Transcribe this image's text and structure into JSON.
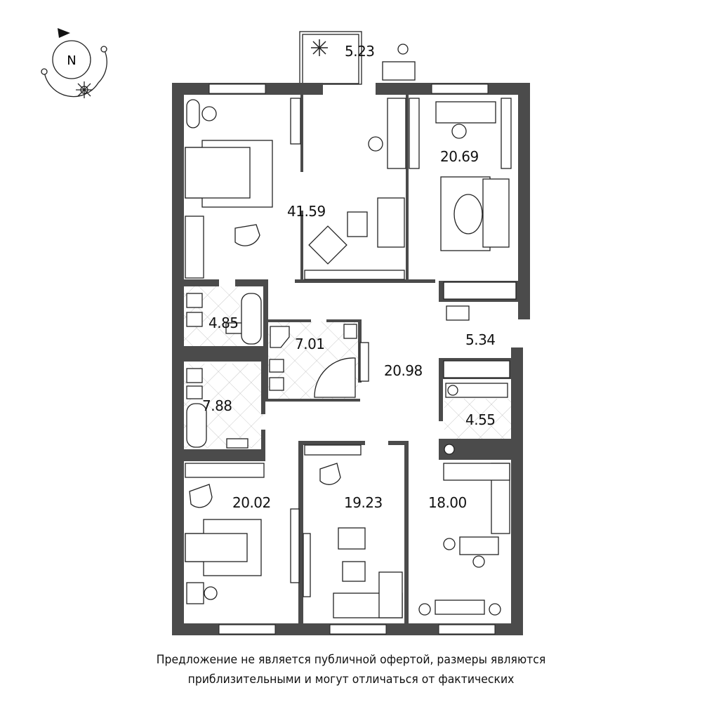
{
  "compass": {
    "label": "N"
  },
  "rooms": [
    {
      "name": "balcony",
      "area": "5.23"
    },
    {
      "name": "bedroom-living",
      "area": "41.59"
    },
    {
      "name": "cabinet",
      "area": "20.69"
    },
    {
      "name": "bathroom-1",
      "area": "4.85"
    },
    {
      "name": "bathroom-2",
      "area": "7.01"
    },
    {
      "name": "hall",
      "area": "20.98"
    },
    {
      "name": "entrance",
      "area": "5.34"
    },
    {
      "name": "bathroom-3",
      "area": "7.88"
    },
    {
      "name": "laundry",
      "area": "4.55"
    },
    {
      "name": "bedroom-2",
      "area": "20.02"
    },
    {
      "name": "living-room",
      "area": "19.23"
    },
    {
      "name": "kitchen",
      "area": "18.00"
    }
  ],
  "disclaimer": {
    "line1": "Предложение не является публичной офертой, размеры являются",
    "line2": "приблизительными и могут отличаться от фактических"
  }
}
